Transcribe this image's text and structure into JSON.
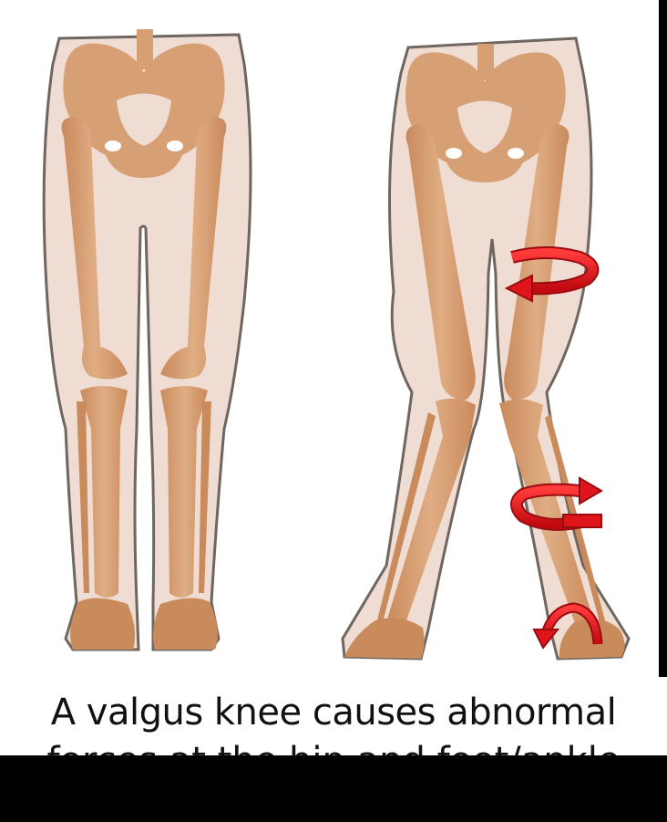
{
  "caption": {
    "line1": "A valgus knee causes abnormal",
    "line2": "forces at the hip and foot/ankle"
  },
  "figures": [
    {
      "name": "normal-alignment",
      "arrows": 0
    },
    {
      "name": "valgus-alignment",
      "arrows": 3
    }
  ],
  "colors": {
    "bone": "#d7a074",
    "bone_dark": "#b97a4c",
    "skin": "#efddd3",
    "outline": "#6f6660",
    "arrow": "#e0141b",
    "arrow_dark": "#9b0c10"
  }
}
